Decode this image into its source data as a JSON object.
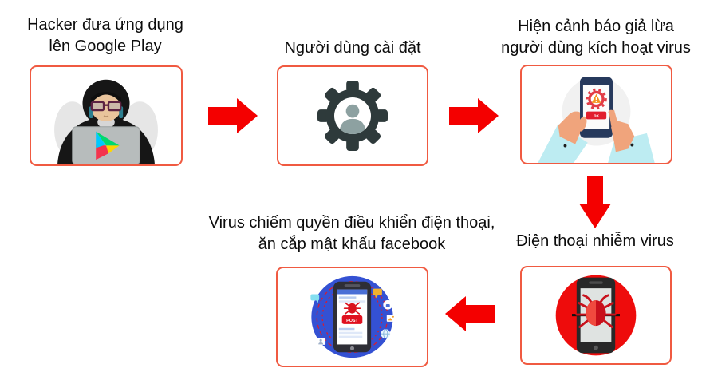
{
  "colors": {
    "arrow_red": "#f40000",
    "panel_border": "#f05a41",
    "infected_circle_red": "#ee0c0c",
    "social_circle_blue": "#3451d3",
    "gear_dark": "#2e3a3b",
    "title_text": "#0c0c0c"
  },
  "steps": [
    {
      "id": "hacker-upload",
      "title_line1": "Hacker đưa ứng dụng",
      "title_line2": "lên Google Play",
      "illustration": "hacker-at-laptop-with-google-play-logo"
    },
    {
      "id": "user-install",
      "title_line1": "Người dùng cài đặt",
      "illustration": "gear-with-user-silhouette"
    },
    {
      "id": "fake-warning",
      "title_line1": "Hiện cảnh báo giả lừa",
      "title_line2": "người dùng kích hoạt virus",
      "illustration": "hands-holding-phone-with-warning",
      "button_label": "ok"
    },
    {
      "id": "phone-infected",
      "title_line1": "Điện thoại nhiễm virus",
      "illustration": "phone-with-bug-in-red-circle"
    },
    {
      "id": "virus-takeover",
      "title_line1": "Virus chiếm quyền điều khiển điện thoại,",
      "title_line2": "ăn cắp mật khẩu facebook",
      "illustration": "phone-with-social-icons-in-blue-circle",
      "button_label": "POST"
    }
  ]
}
